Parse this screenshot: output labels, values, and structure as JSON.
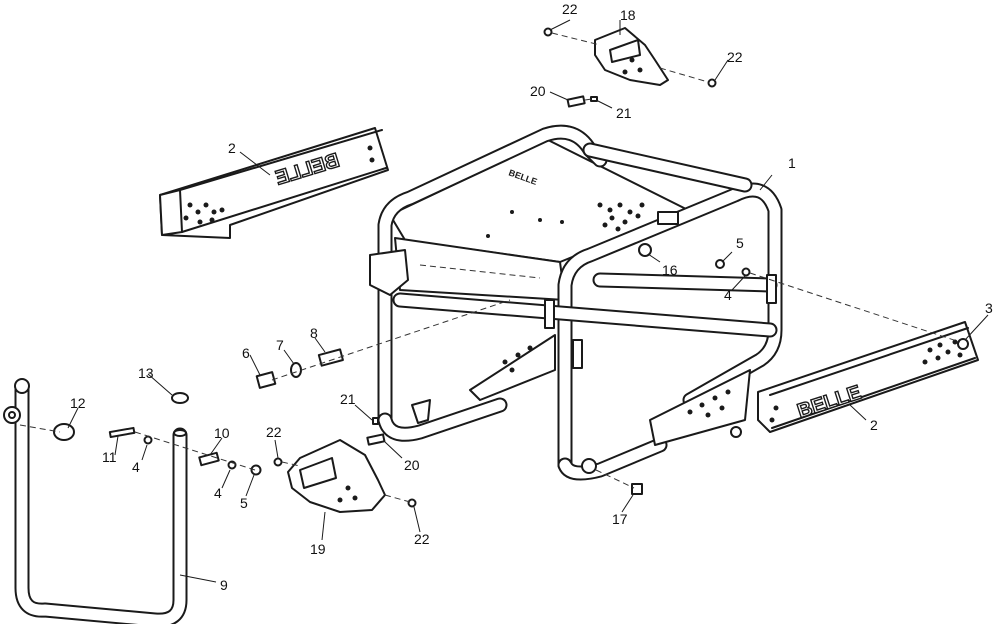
{
  "diagram": {
    "brand_text": "BELLE",
    "callouts": {
      "frame": "1",
      "rail_upper": "2",
      "rail_lower": "2",
      "bolt_rail": "3",
      "washer_mid": "4",
      "washer_handle_a": "4",
      "washer_handle_b": "4",
      "nut_mid": "5",
      "nut_handle": "5",
      "fitting_6": "6",
      "washer_7": "7",
      "fitting_8": "8",
      "handle": "9",
      "spacer_10": "10",
      "bolt_11": "11",
      "knob_12": "12",
      "cap_13": "13",
      "nut_16": "16",
      "bolt_17": "17",
      "bracket_top": "18",
      "bracket_left": "19",
      "pin_top": "20",
      "pin_mid": "20",
      "clip_top": "21",
      "clip_mid": "21",
      "screw_top_a": "22",
      "screw_top_b": "22",
      "screw_left_a": "22",
      "screw_left_b": "22"
    }
  }
}
